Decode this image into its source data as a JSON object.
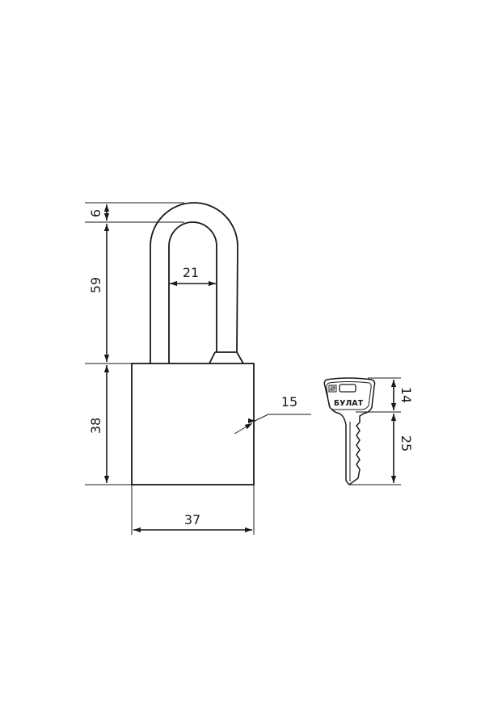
{
  "dimensions": {
    "shackle_thickness": "6",
    "shackle_clearance_height": "59",
    "shackle_inner_width": "21",
    "body_height": "38",
    "body_width": "37",
    "body_depth": "15",
    "key_head_height": "14",
    "key_blade_length": "25"
  },
  "key": {
    "brand_text": "БУЛАТ"
  },
  "colors": {
    "line": "#1a1a1a",
    "background": "#ffffff"
  }
}
